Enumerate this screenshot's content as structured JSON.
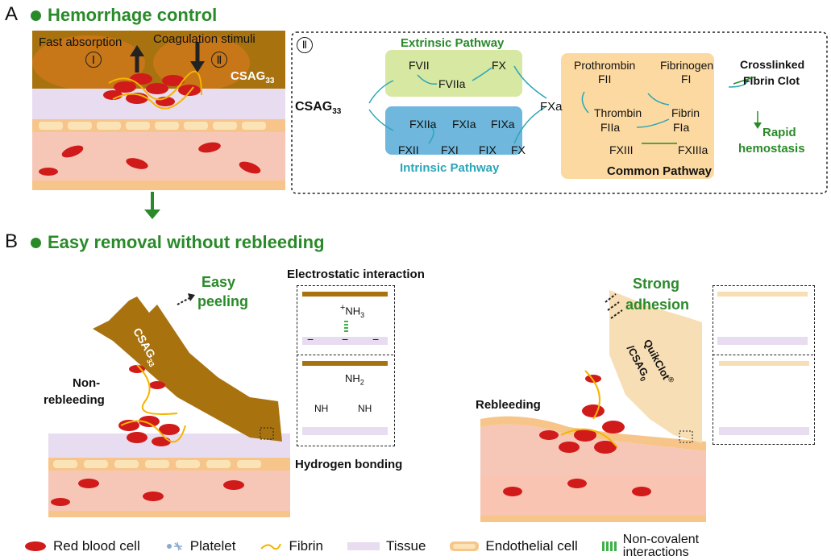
{
  "panel_a": {
    "letter": "A",
    "title": "Hemorrhage control",
    "fast_absorption": "Fast absorption",
    "roman_1": "Ⅰ",
    "coagulation_stimuli": "Coagulation stimuli",
    "roman_2": "Ⅱ",
    "csag": "CSAG",
    "csag_sub": "33"
  },
  "cascade": {
    "roman": "Ⅱ",
    "csag": "CSAG",
    "csag_sub": "33",
    "extrinsic_label": "Extrinsic Pathway",
    "intrinsic_label": "Intrinsic Pathway",
    "common_label": "Common Pathway",
    "fvii": "FVII",
    "fviia": "FVIIa",
    "fx_ext": "FX",
    "fxiia": "FXIIa",
    "fxia": "FXIa",
    "fixa": "FIXa",
    "fxii": "FXII",
    "fxi": "FXI",
    "fix": "FIX",
    "fx_int": "FX",
    "fxa": "FXa",
    "prothrombin": "Prothrombin",
    "fii": "FII",
    "fibrinogen": "Fibrinogen",
    "fi": "FI",
    "thrombin": "Thrombin",
    "fiia": "FIIa",
    "fibrin": "Fibrin",
    "fia": "FIa",
    "fxiii": "FXIII",
    "fxiiia": "FXIIIa",
    "crosslinked": "Crosslinked",
    "fibrin_clot": "Fibrin Clot",
    "rapid": "Rapid",
    "hemostasis": "hemostasis"
  },
  "panel_b": {
    "letter": "B",
    "title": "Easy removal without rebleeding",
    "easy": "Easy",
    "peeling": "peeling",
    "csag": "CSAG",
    "csag_sub": "33",
    "non": "Non-",
    "rebleeding": "rebleeding",
    "electrostatic": "Electrostatic interaction",
    "hydrogen": "Hydrogen bonding",
    "nh3": "NH",
    "nh3_sub": "3",
    "nh2": "NH",
    "nh2_sub": "2",
    "plus": "+",
    "minus": "−",
    "strong": "Strong",
    "adhesion": "adhesion",
    "quikclot": "QuikClot",
    "reg": "®",
    "csag0": "/CSAG",
    "csag0_sub": "0",
    "rebleeding_right": "Rebleeding"
  },
  "legend": {
    "rbc": "Red blood cell",
    "platelet": "Platelet",
    "fibrin": "Fibrin",
    "tissue": "Tissue",
    "endothelial": "Endothelial cell",
    "noncovalent_1": "Non-covalent",
    "noncovalent_2": "interactions"
  },
  "colors": {
    "green": "#2a8a2a",
    "brown": "#a8730f",
    "peach": "#f7deb5",
    "blood": "#d11a1a",
    "tissue": "#e8dcf0",
    "ext_box": "#d6e8a2",
    "int_box": "#6fb7dc",
    "common_box": "#fcd9a0",
    "teal_arrow": "#2aa6b8"
  }
}
